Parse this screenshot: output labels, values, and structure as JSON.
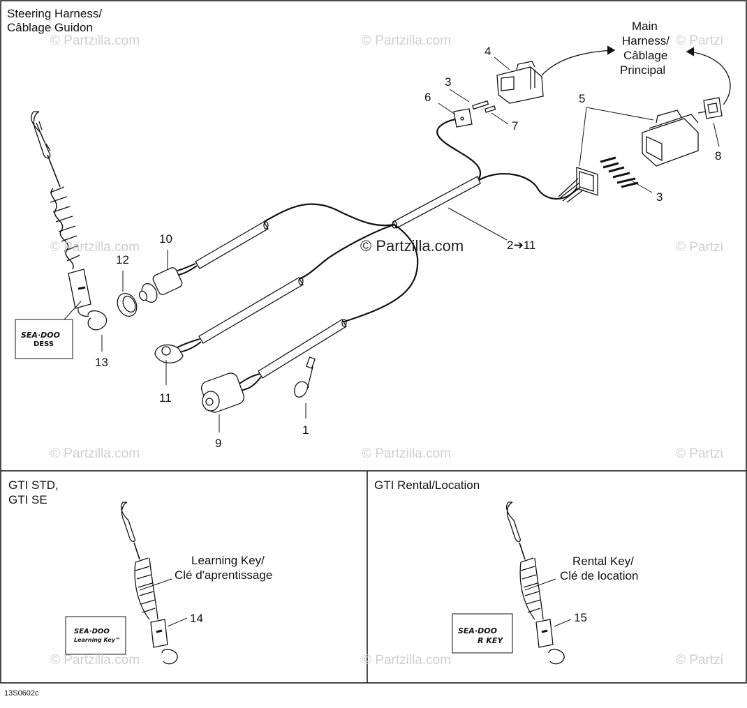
{
  "panels": {
    "top_title_line1": "Steering Harness/",
    "top_title_line2": "Câblage Guidon",
    "main_harness_line1": "Main",
    "main_harness_line2": "Harness/",
    "main_harness_line3": "Câblage",
    "main_harness_line4": "Principal",
    "left_title_line1": "GTI STD,",
    "left_title_line2": "GTI SE",
    "right_title": "GTI Rental/Location"
  },
  "keys": {
    "learning_line1": "Learning Key/",
    "learning_line2": "Clé d'aprentissage",
    "rental_line1": "Rental Key/",
    "rental_line2": "Clé de location"
  },
  "callouts": {
    "c1": "1",
    "c2to11": "2➔11",
    "c3a": "3",
    "c3b": "3",
    "c4": "4",
    "c5": "5",
    "c6": "6",
    "c7": "7",
    "c8": "8",
    "c9": "9",
    "c10": "10",
    "c11": "11",
    "c12": "12",
    "c13": "13",
    "c14": "14",
    "c15": "15"
  },
  "tags": {
    "dess_brand": "SEA·DOO",
    "dess_sub": "DESS",
    "learning_brand": "SEA·DOO",
    "learning_sub": "Learning Key™",
    "rental_brand": "SEA·DOO",
    "rental_sub": "R KEY"
  },
  "watermark": {
    "text": "© Partzilla.com",
    "short": "© Partzi"
  },
  "diagram_code": "13S0602c",
  "colors": {
    "line": "#111111",
    "watermark": "#cfcfcf",
    "background": "#ffffff"
  }
}
